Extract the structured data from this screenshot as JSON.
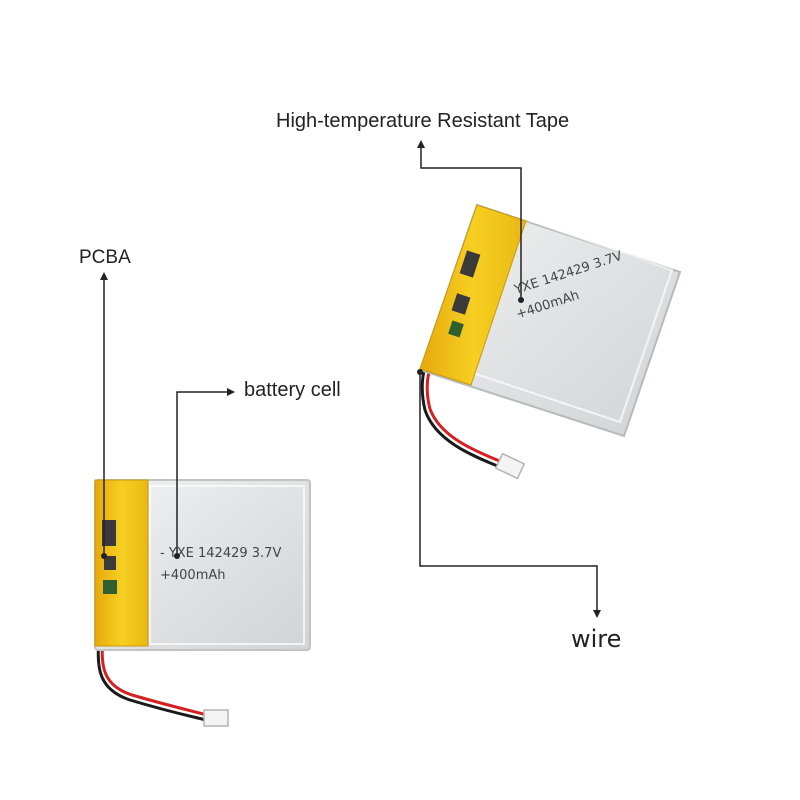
{
  "labels": {
    "tape": "High-temperature Resistant Tape",
    "pcba": "PCBA",
    "battery_cell": "battery cell",
    "wire": "wire"
  },
  "battery_front": {
    "print_line1": "- YXE 142429 3.7V",
    "print_line2": "+400mAh"
  },
  "battery_back": {
    "print_line1": "YXE 142429 3.7V",
    "print_line2": "+400mAh"
  },
  "colors": {
    "tape": "#f3c418",
    "cell": "#e4e5e7",
    "wire_red": "#d42020",
    "wire_black": "#1a1a1a",
    "arrow": "#222222"
  }
}
